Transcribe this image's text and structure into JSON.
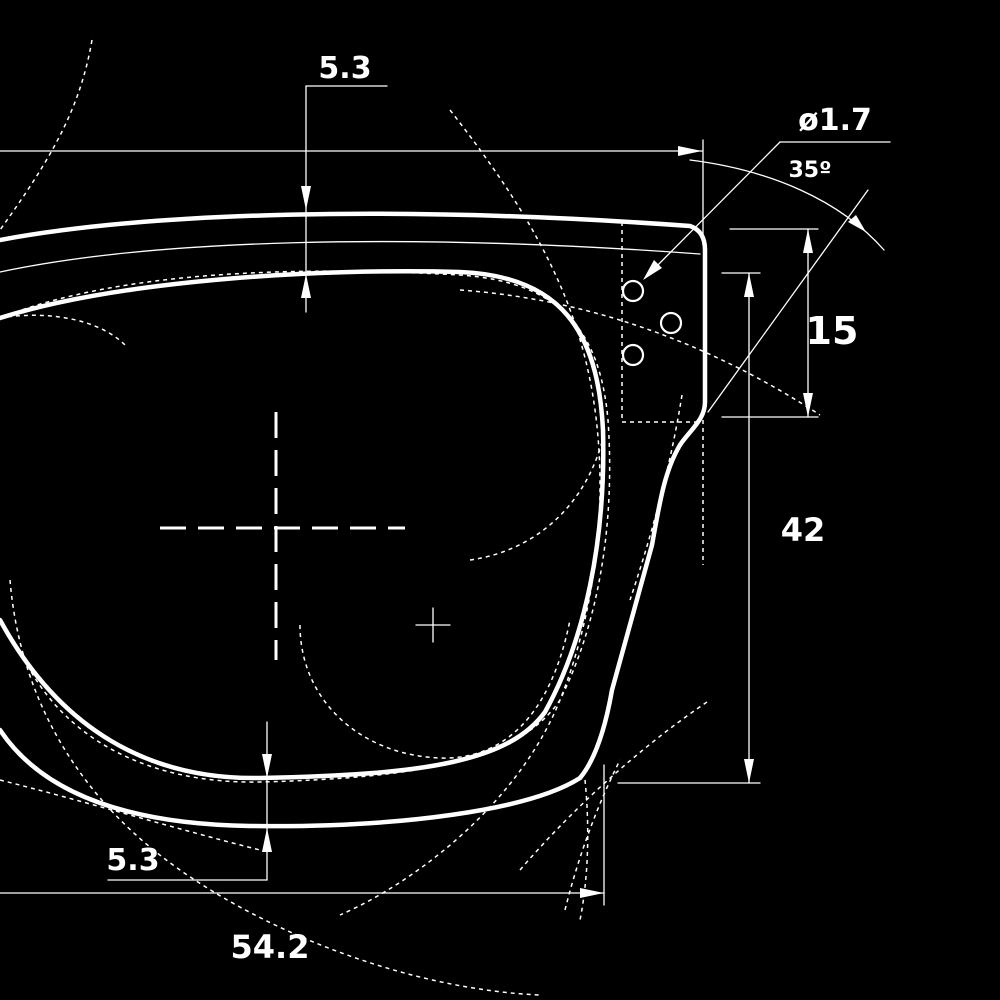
{
  "dimensions": {
    "top_rim_thickness": "5.3",
    "hole_diameter": "ø1.7",
    "angle": "35º",
    "hinge_height": "15",
    "lens_height": "42",
    "bottom_rim_thickness": "5.3",
    "lens_width": "54.2"
  }
}
